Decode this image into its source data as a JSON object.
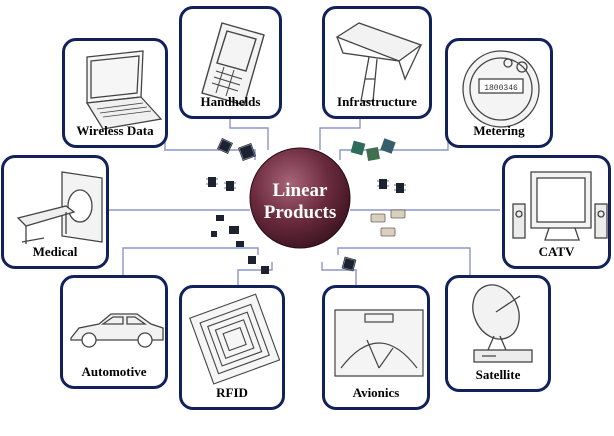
{
  "colors": {
    "tile_border": "#12215a",
    "connector": "#8a96c9",
    "hub_fill": "#6b2b3e",
    "hub_text": "#ffffff",
    "chip_dark": "#1c2230",
    "chip_green": "#2f6b5a"
  },
  "hub": {
    "line1": "Linear",
    "line2": "Products"
  },
  "applications": [
    {
      "id": "handhelds",
      "label": "Handhelds",
      "icon": "smartphone-icon"
    },
    {
      "id": "infrastructure",
      "label": "Infrastructure",
      "icon": "cell-tower-icon"
    },
    {
      "id": "wireless-data",
      "label": "Wireless Data",
      "icon": "laptop-icon"
    },
    {
      "id": "metering",
      "label": "Metering",
      "icon": "utility-meter-icon"
    },
    {
      "id": "medical",
      "label": "Medical",
      "icon": "mri-scanner-icon"
    },
    {
      "id": "catv",
      "label": "CATV",
      "icon": "television-icon"
    },
    {
      "id": "automotive",
      "label": "Automotive",
      "icon": "car-icon"
    },
    {
      "id": "satellite",
      "label": "Satellite",
      "icon": "satellite-dish-icon"
    },
    {
      "id": "rfid",
      "label": "RFID",
      "icon": "rfid-tag-icon"
    },
    {
      "id": "avionics",
      "label": "Avionics",
      "icon": "cockpit-gauge-icon"
    }
  ],
  "meter_reading": "1800346"
}
